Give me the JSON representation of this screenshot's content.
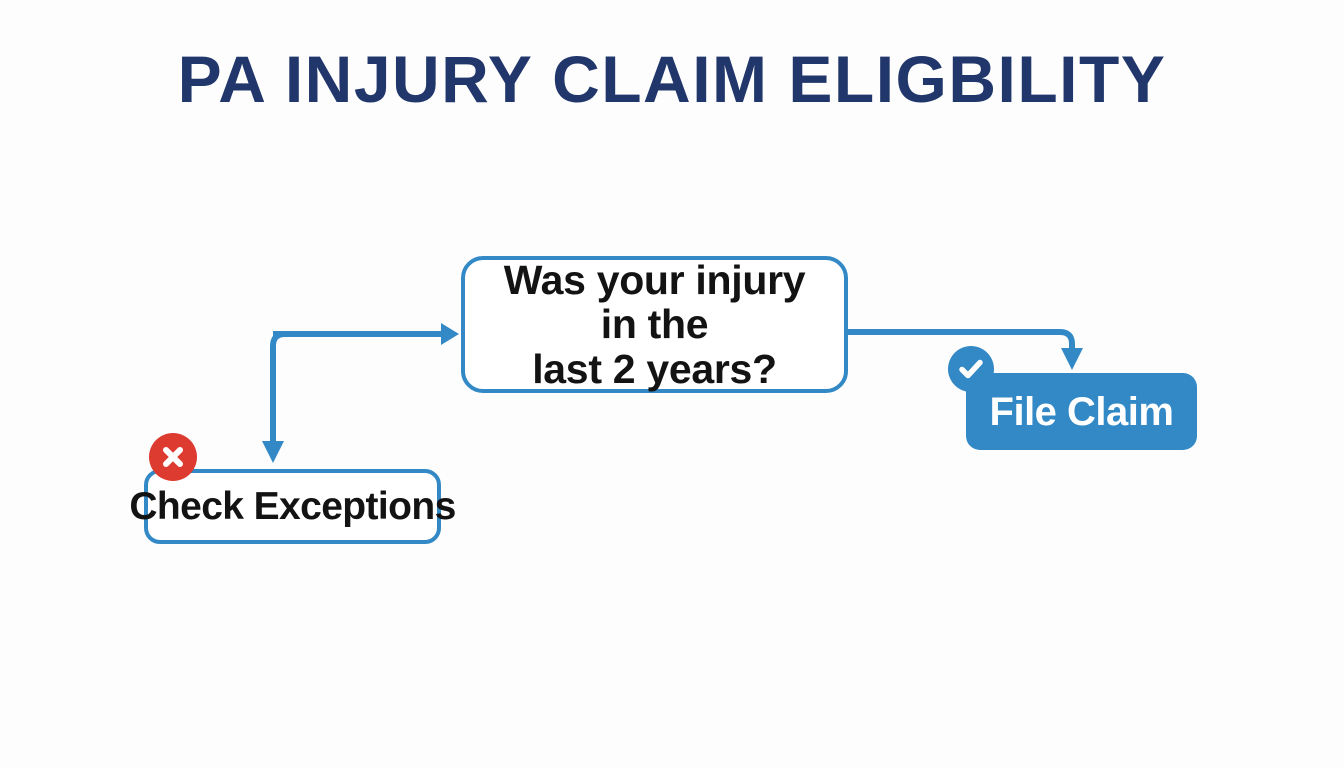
{
  "page": {
    "title": "PA INJURY CLAIM ELIGBILITY",
    "background_color": "#fdfdfd",
    "title_color": "#21376b"
  },
  "theme": {
    "accent_blue": "#3289c6",
    "reject_red": "#dd3b30",
    "node_text_dark": "#131313",
    "node_text_light": "#ffffff"
  },
  "flowchart": {
    "type": "decision-flow",
    "nodes": [
      {
        "id": "decision",
        "label": "Was your injury in the last 2 years?",
        "line1": "Was your injury in the",
        "line2": "last 2 years?",
        "shape": "rounded-rect",
        "style": "outlined",
        "fill": "#ffffff",
        "stroke": "#3289c6",
        "text_color": "#131313"
      },
      {
        "id": "check-exceptions",
        "label": "Check Exceptions",
        "shape": "rounded-rect",
        "style": "outlined",
        "fill": "#ffffff",
        "stroke": "#3289c6",
        "text_color": "#131313",
        "badge": "reject-x-icon",
        "badge_color": "#dd3b30"
      },
      {
        "id": "file-claim",
        "label": "File Claim",
        "shape": "rounded-rect",
        "style": "filled",
        "fill": "#3289c6",
        "stroke": "none",
        "text_color": "#ffffff",
        "badge": "approve-check-icon",
        "badge_color": "#3289c6"
      }
    ],
    "connectors": [
      {
        "id": "entry-to-decision",
        "from": "entry",
        "to": "decision",
        "shape": "elbow",
        "arrow": "right",
        "color": "#3289c6"
      },
      {
        "id": "branch-to-check-exceptions",
        "from": "decision",
        "to": "check-exceptions",
        "shape": "vertical",
        "arrow": "down",
        "color": "#3289c6"
      },
      {
        "id": "decision-to-file-claim",
        "from": "decision",
        "to": "file-claim",
        "shape": "elbow",
        "arrow": "down",
        "color": "#3289c6"
      }
    ]
  },
  "icons": {
    "reject": "x-mark-icon",
    "approve": "check-mark-icon"
  }
}
